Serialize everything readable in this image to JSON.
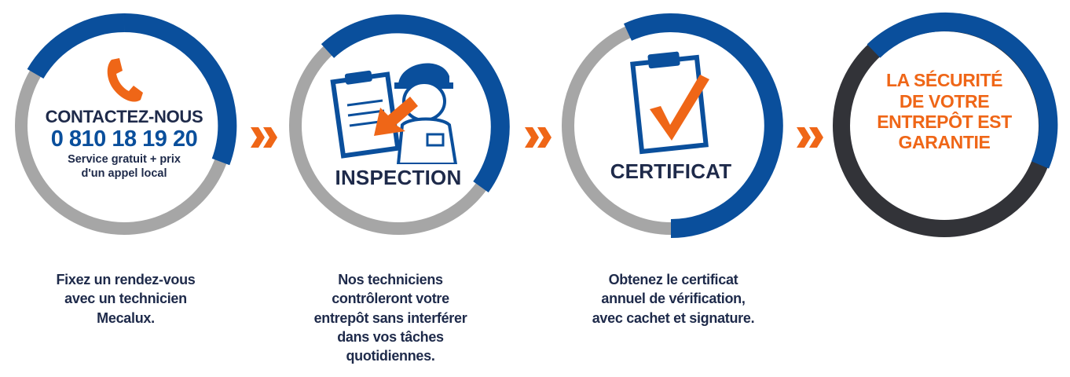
{
  "steps": [
    {
      "id": "contact",
      "title": "CONTACTEZ-NOUS",
      "phone": "0 810 18 19 20",
      "note_line1": "Service gratuit + prix",
      "note_line2": "d'un appel local",
      "icon": "phone-icon",
      "description": [
        "Fixez un rendez-vous",
        "avec un technicien",
        "Mecalux."
      ]
    },
    {
      "id": "inspection",
      "title": "INSPECTION",
      "icon": "technician-clipboard-icon",
      "description": [
        "Nos techniciens",
        "contrôleront votre",
        "entrepôt sans interférer",
        "dans vos tâches",
        "quotidiennes."
      ]
    },
    {
      "id": "certificat",
      "title": "CERTIFICAT",
      "icon": "clipboard-check-icon",
      "description": [
        "Obtenez le certificat",
        "annuel de vérification,",
        "avec cachet et signature."
      ]
    },
    {
      "id": "final",
      "lines": [
        "LA SÉCURITÉ",
        "DE VOTRE",
        "ENTREPÔT EST",
        "GARANTIE"
      ]
    }
  ],
  "colors": {
    "blue": "#0a4f9c",
    "grey": "#a6a6a6",
    "dark": "#323338",
    "orange": "#ef6617",
    "navy_text": "#1e2a4a"
  }
}
